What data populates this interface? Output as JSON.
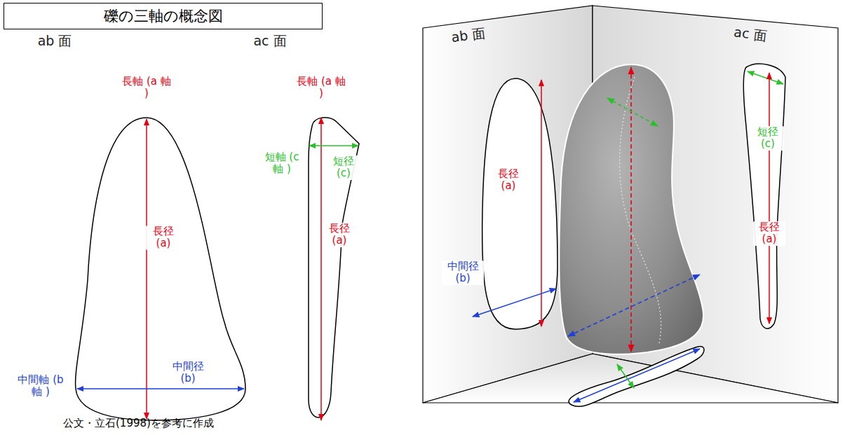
{
  "diagram": {
    "title": "礫の三軸の概念図",
    "caption": "公文・立石(1998)を参考に作成",
    "labels": [
      "ab 面",
      "ac 面",
      "長軸 (a 軸 )",
      "長径 (a)",
      "中間径 (b)",
      "中間軸 (b 軸 )",
      "長軸 (a 軸 )",
      "短軸 (c 軸 )",
      "短径 (c)",
      "長径 (a)",
      "ab 面",
      "ac 面",
      "長径 (a)",
      "中間径 (b)",
      "短径 (c)",
      "長径 (a)"
    ]
  }
}
